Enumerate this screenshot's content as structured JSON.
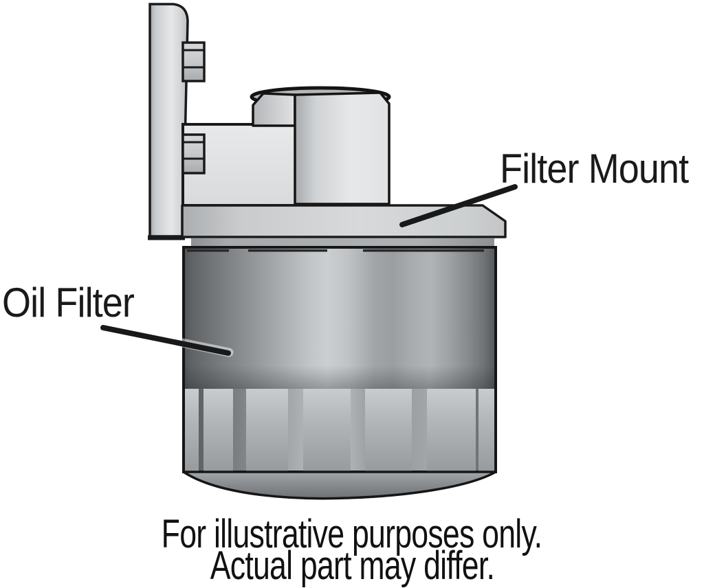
{
  "illustration": {
    "description": "Side view of a spin-on oil filter attached to a filter mount bracket",
    "labels": {
      "filter_mount": "Filter Mount",
      "oil_filter": "Oil Filter"
    },
    "caption": {
      "line1": "For illustrative purposes only.",
      "line2": "Actual part may differ."
    },
    "colors": {
      "background": "#ffffff",
      "outline": "#1a1a1a",
      "metal_light": "#e6e7e8",
      "metal_mid": "#b5b8ba",
      "metal_dark": "#55585b",
      "text": "#1a1a1a"
    }
  }
}
